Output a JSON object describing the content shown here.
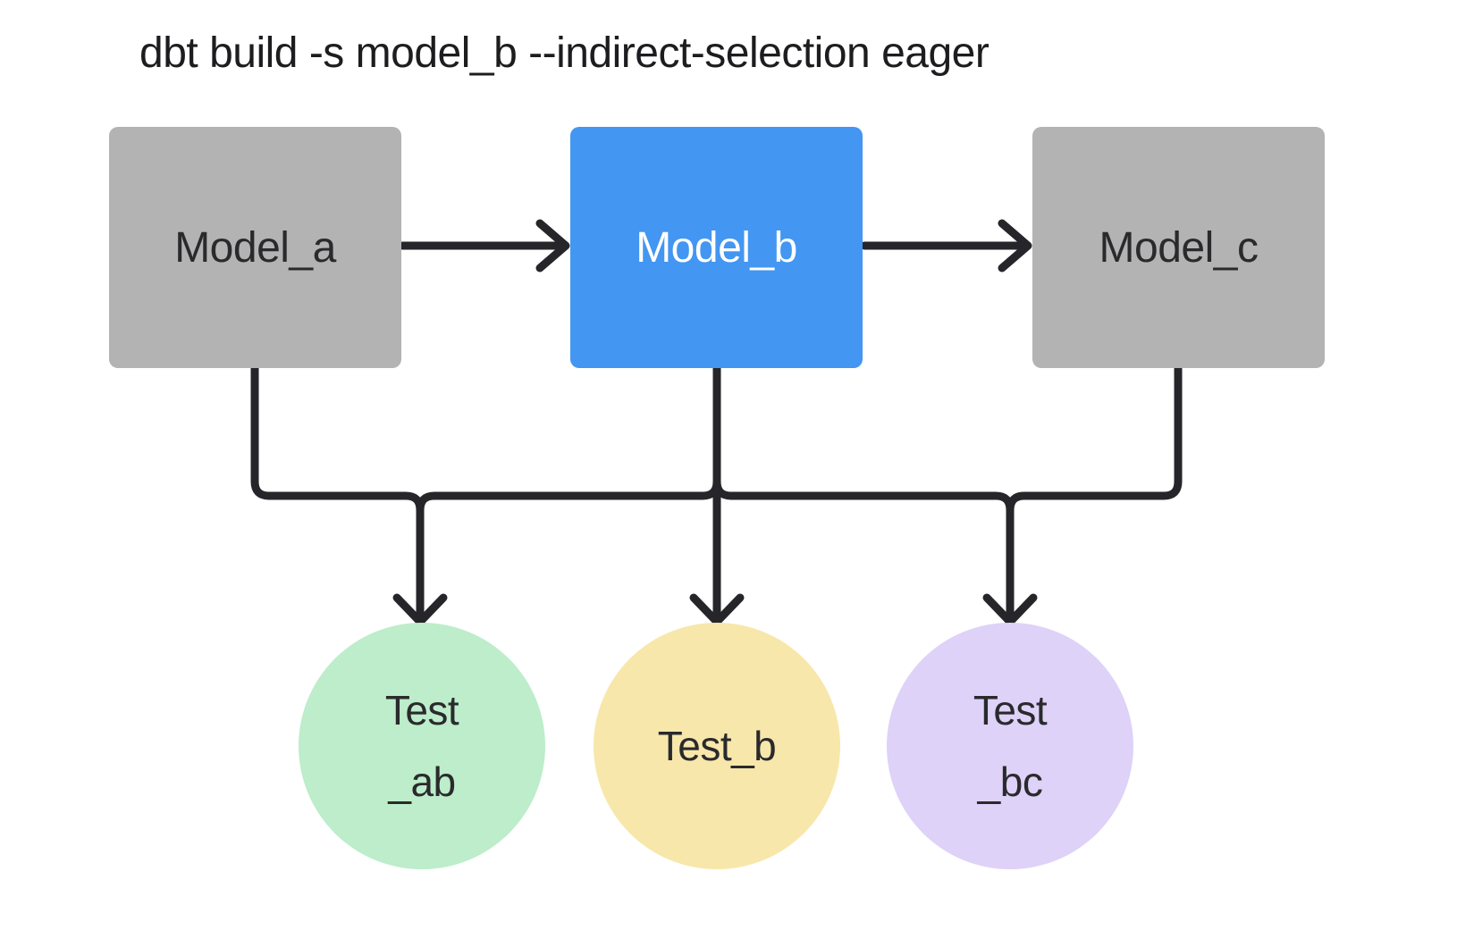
{
  "title": "dbt build -s model_b --indirect-selection eager",
  "colors": {
    "background": "#ffffff",
    "edge": "#26262a",
    "model_default": "#b3b3b3",
    "model_selected": "#4396f2",
    "test_ab": "#bdedca",
    "test_b": "#f8e7ab",
    "test_bc": "#ded2f8",
    "text_dark": "#2a2a2d",
    "text_light": "#ffffff",
    "title_text": "#1d1d20"
  },
  "models": [
    {
      "id": "model_a",
      "label": "Model_a",
      "selected": false
    },
    {
      "id": "model_b",
      "label": "Model_b",
      "selected": true
    },
    {
      "id": "model_c",
      "label": "Model_c",
      "selected": false
    }
  ],
  "tests": [
    {
      "id": "test_ab",
      "lines": [
        "Test",
        "_ab"
      ]
    },
    {
      "id": "test_b",
      "lines": [
        "Test_b"
      ]
    },
    {
      "id": "test_bc",
      "lines": [
        "Test",
        "_bc"
      ]
    }
  ],
  "edges": [
    {
      "from": "model_a",
      "to": "model_b",
      "type": "model-to-model"
    },
    {
      "from": "model_b",
      "to": "model_c",
      "type": "model-to-model"
    },
    {
      "from": "model_a",
      "to": "test_ab",
      "type": "model-to-test"
    },
    {
      "from": "model_b",
      "to": "test_ab",
      "type": "model-to-test"
    },
    {
      "from": "model_b",
      "to": "test_b",
      "type": "model-to-test"
    },
    {
      "from": "model_b",
      "to": "test_bc",
      "type": "model-to-test"
    },
    {
      "from": "model_c",
      "to": "test_bc",
      "type": "model-to-test"
    }
  ]
}
